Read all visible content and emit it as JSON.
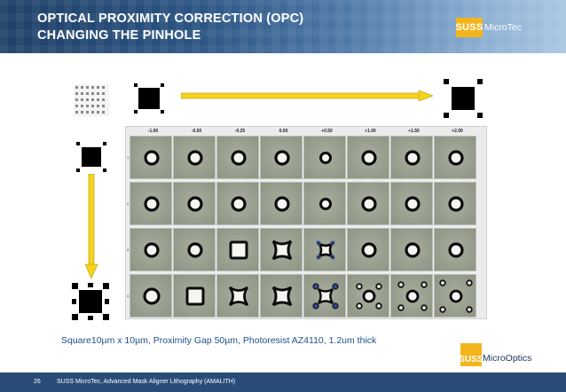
{
  "header": {
    "title_line1": "OPTICAL PROXIMITY CORRECTION (OPC)",
    "title_line2": "CHANGING THE PINHOLE"
  },
  "logo_top": {
    "box": "SUSS",
    "text": "MicroTec"
  },
  "logo_bottom": {
    "box": "SUSS",
    "text": "MicroOptics"
  },
  "figure": {
    "column_headers": [
      "-1.00",
      "-0.50",
      "-0.25",
      "0.00",
      "+0.50",
      "+1.00",
      "+1.50",
      "+2.00"
    ],
    "row_labels": [
      "1",
      "2",
      "3",
      "4"
    ]
  },
  "caption": "Square10µm x 10µm, Proximity Gap 50µm, Photoresist AZ4110, 1.2um thick",
  "footer": {
    "page_number": "26",
    "text": "SUSS MicroTec, Advanced Mask Aligner Lithography (AMALITH)"
  },
  "colors": {
    "header_dark": "#1e3f66",
    "accent": "#f3b51c",
    "arrow": "#f6d21e",
    "caption": "#1f4f8a"
  }
}
